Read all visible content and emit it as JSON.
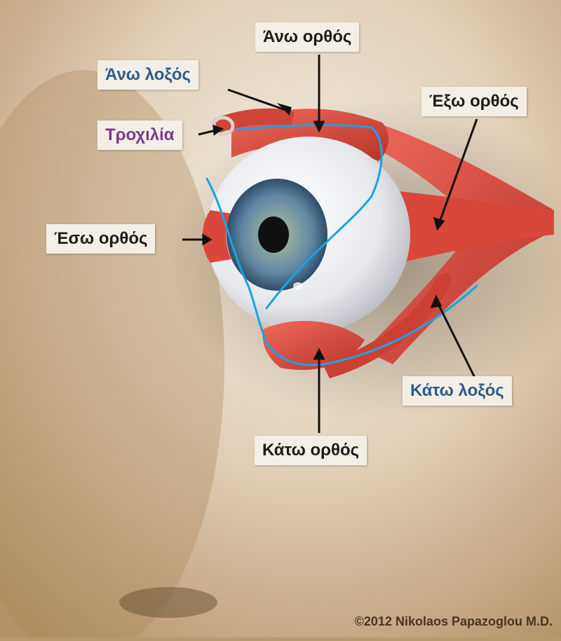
{
  "labels": {
    "superior_rectus": "Άνω ορθός",
    "superior_oblique": "Άνω λοξός",
    "trochlea": "Τροχιλία",
    "lateral_rectus": "Έξω ορθός",
    "medial_rectus": "Έσω ορθός",
    "inferior_oblique": "Κάτω λοξός",
    "inferior_rectus": "Κάτω ορθός"
  },
  "credit": "©2012 Nikolaos Papazoglou M.D.",
  "colors": {
    "muscle": "#d9473a",
    "muscle_dark": "#b8342a",
    "sclera": "#eef0f3",
    "iris": "#5f86a3",
    "pupil": "#111111",
    "annotation_line": "#1aa3e6",
    "label_dark": "#1c1c1c",
    "label_blue": "#2f5b8c",
    "label_purple": "#7b3a91"
  },
  "icons": [
    "eye-illustration",
    "pointer-arrow"
  ]
}
